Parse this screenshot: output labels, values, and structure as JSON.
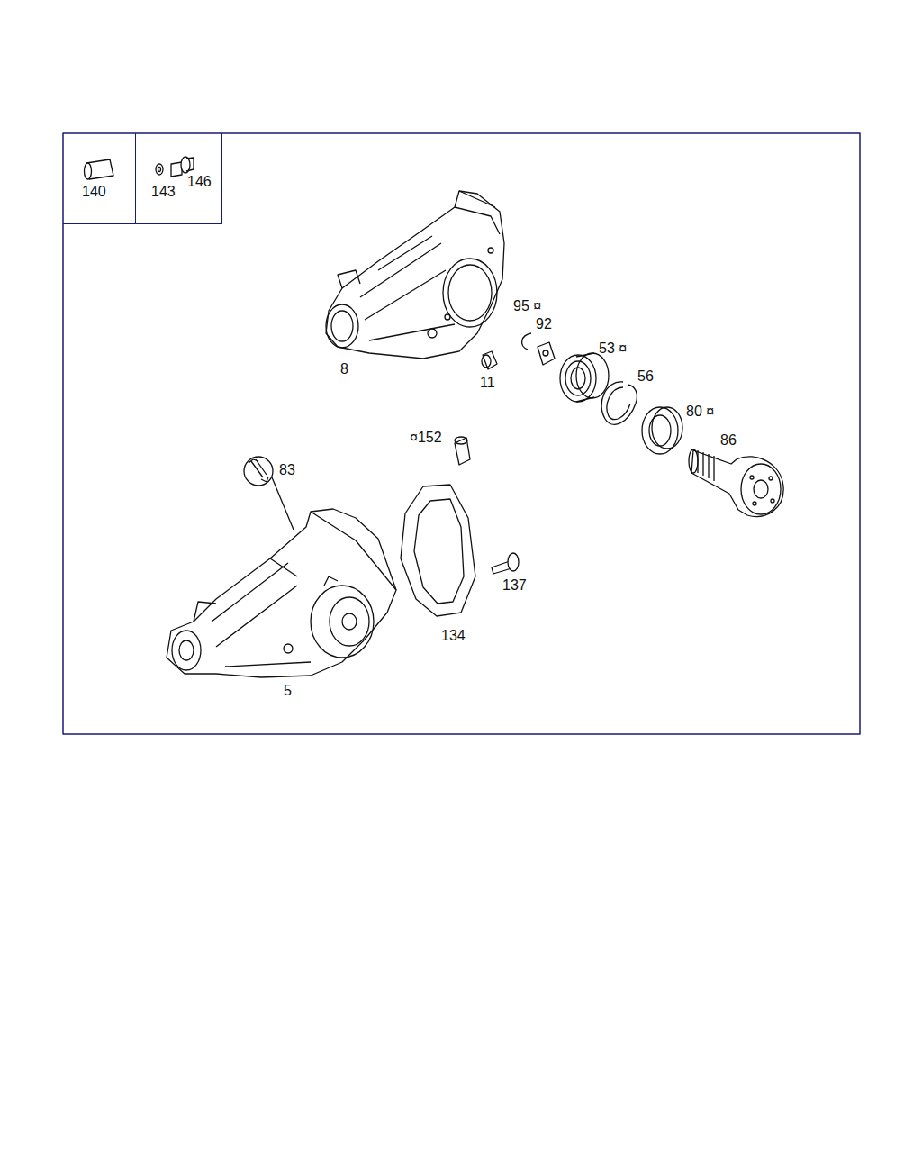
{
  "diagram": {
    "nodes": [
      {
        "text": [
          "140"
        ]
      },
      {
        "text": [
          "143",
          "146"
        ]
      }
    ],
    "labels": [
      "8",
      "11",
      "95 ¤",
      "92",
      "53 ¤",
      "56",
      "80 ¤",
      "86",
      "¤152",
      "83",
      "137",
      "134",
      "5"
    ]
  }
}
